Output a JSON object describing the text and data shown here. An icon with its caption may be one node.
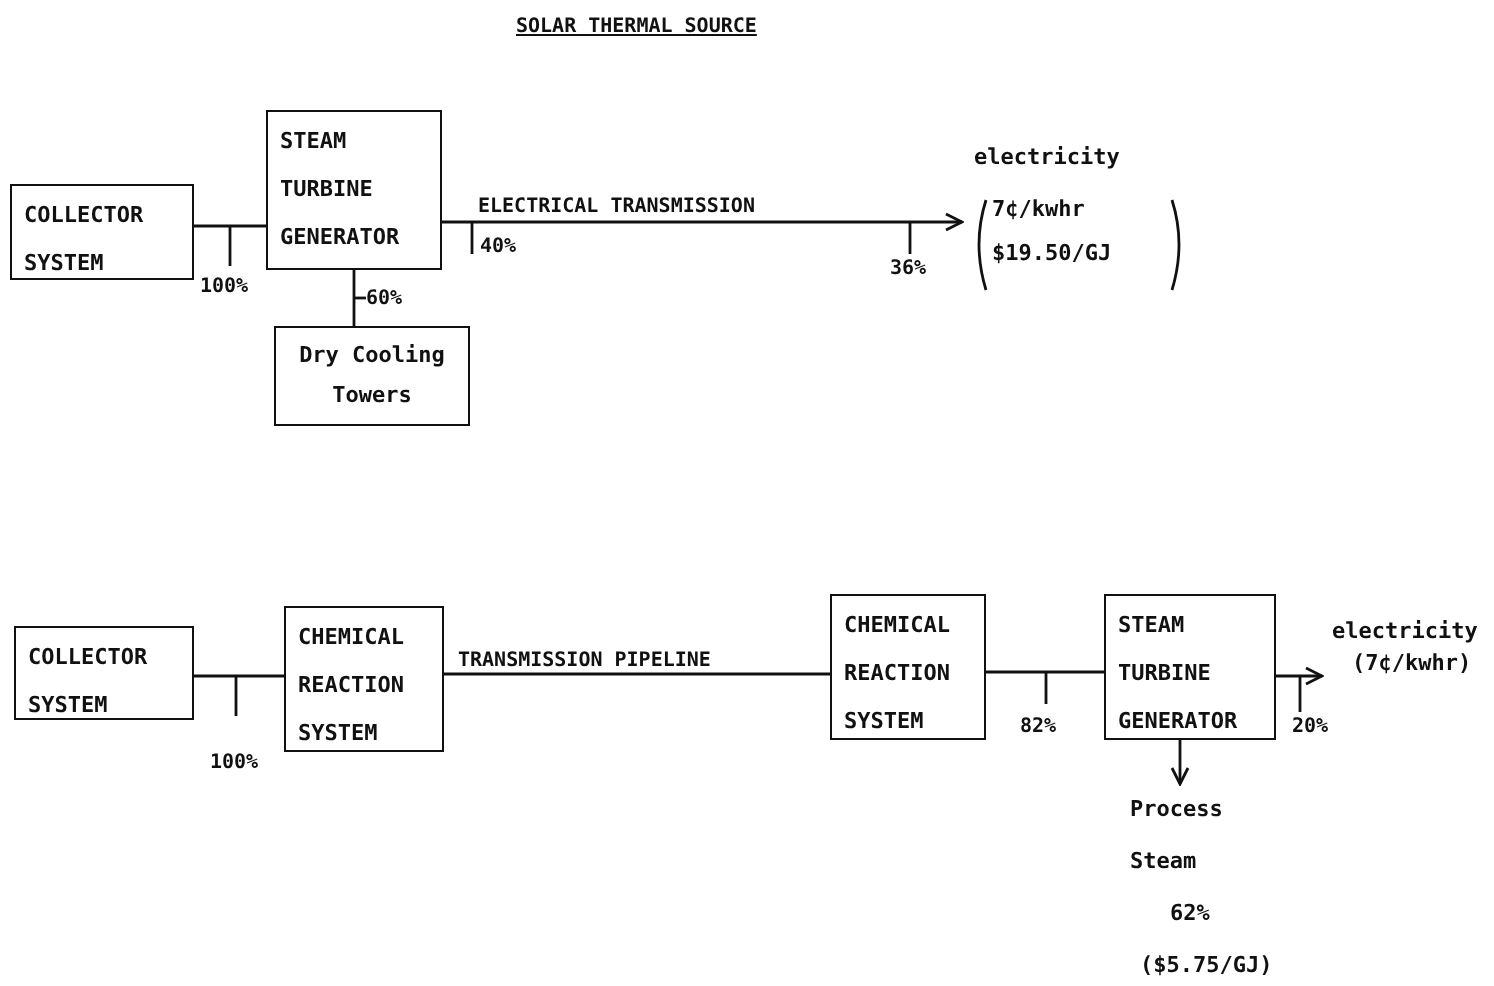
{
  "diagram": {
    "title": "SOLAR THERMAL SOURCE",
    "nodes": [
      {
        "text": [
          "COLLECTOR SYSTEM"
        ]
      },
      {
        "text": [
          "STEAM TURBINE GENERATOR"
        ]
      },
      {
        "text": [
          "Dry Cooling Towers"
        ]
      },
      {
        "text": [
          "electricity",
          "7¢/kwhr",
          "$19.50/GJ"
        ]
      },
      {
        "text": [
          "COLLECTOR SYSTEM"
        ]
      },
      {
        "text": [
          "CHEMICAL REACTION SYSTEM"
        ]
      },
      {
        "text": [
          "CHEMICAL REACTION SYSTEM"
        ]
      },
      {
        "text": [
          "STEAM TURBINE GENERATOR"
        ]
      },
      {
        "text": [
          "electricity",
          "(7¢/kwhr)"
        ]
      },
      {
        "text": [
          "Process Steam",
          "62%",
          "($5.75/GJ)"
        ]
      }
    ],
    "edges": [
      {
        "from": 0,
        "to": 1,
        "arrow": "none"
      },
      {
        "from": 1,
        "to": 3,
        "arrow": "to",
        "label": "ELECTRICAL TRANSMISSION"
      },
      {
        "from": 1,
        "to": 2,
        "arrow": "none"
      },
      {
        "from": 4,
        "to": 5,
        "arrow": "none"
      },
      {
        "from": 5,
        "to": 6,
        "arrow": "none",
        "label": "TRANSMISSION PIPELINE"
      },
      {
        "from": 6,
        "to": 7,
        "arrow": "none"
      },
      {
        "from": 7,
        "to": 8,
        "arrow": "to"
      },
      {
        "from": 7,
        "to": 9,
        "arrow": "to"
      }
    ],
    "labels": [
      "100%",
      "40%",
      "36%",
      "60%",
      "100%",
      "82%",
      "20%"
    ]
  }
}
